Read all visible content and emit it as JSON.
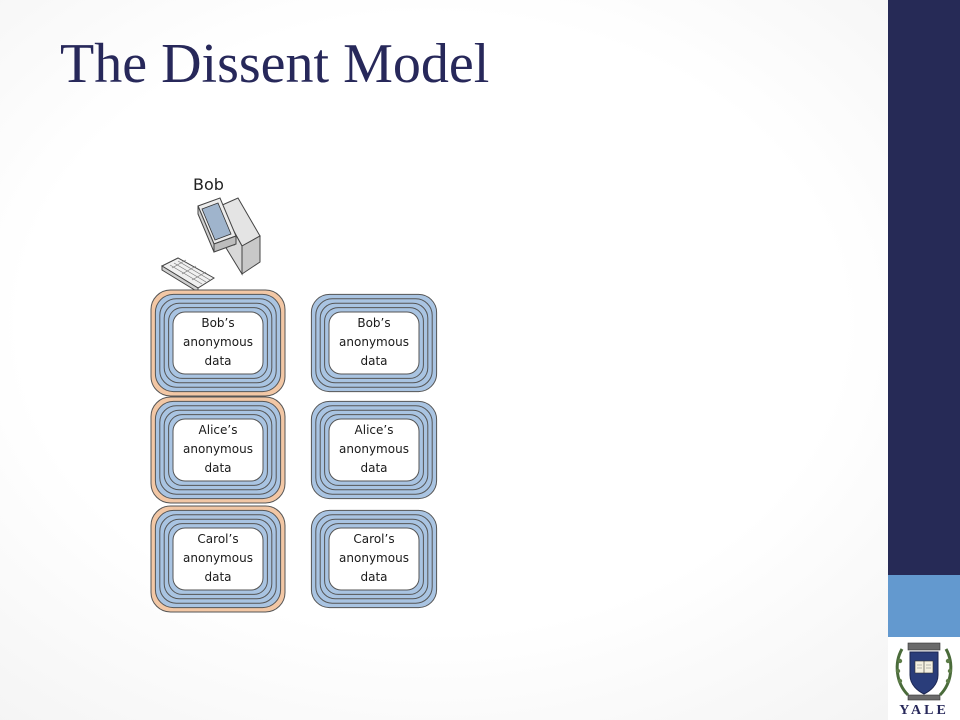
{
  "slide": {
    "title": "The Dissent Model",
    "user_label": "Bob",
    "message_columns": [
      {
        "messages": [
          {
            "owner": "Bob’s",
            "line2": "anonymous",
            "line3": "data"
          },
          {
            "owner": "Alice’s",
            "line2": "anonymous",
            "line3": "data"
          },
          {
            "owner": "Carol’s",
            "line2": "anonymous",
            "line3": "data"
          }
        ]
      },
      {
        "messages": [
          {
            "owner": "Bob’s",
            "line2": "anonymous",
            "line3": "data"
          },
          {
            "owner": "Alice’s",
            "line2": "anonymous",
            "line3": "data"
          },
          {
            "owner": "Carol’s",
            "line2": "anonymous",
            "line3": "data"
          }
        ]
      }
    ],
    "layer_counts": {
      "left_column": 5,
      "right_column": 4
    },
    "colors": {
      "title": "#27285a",
      "sidebar": "#262a56",
      "sidebar_accent": "#6399cf",
      "layer_orange": "#f2c7a5",
      "layer_blue": "#a9c4e2",
      "layer_stroke": "#555555"
    },
    "logo": {
      "word": "YALE",
      "icon": "yale-shield-icon"
    }
  }
}
